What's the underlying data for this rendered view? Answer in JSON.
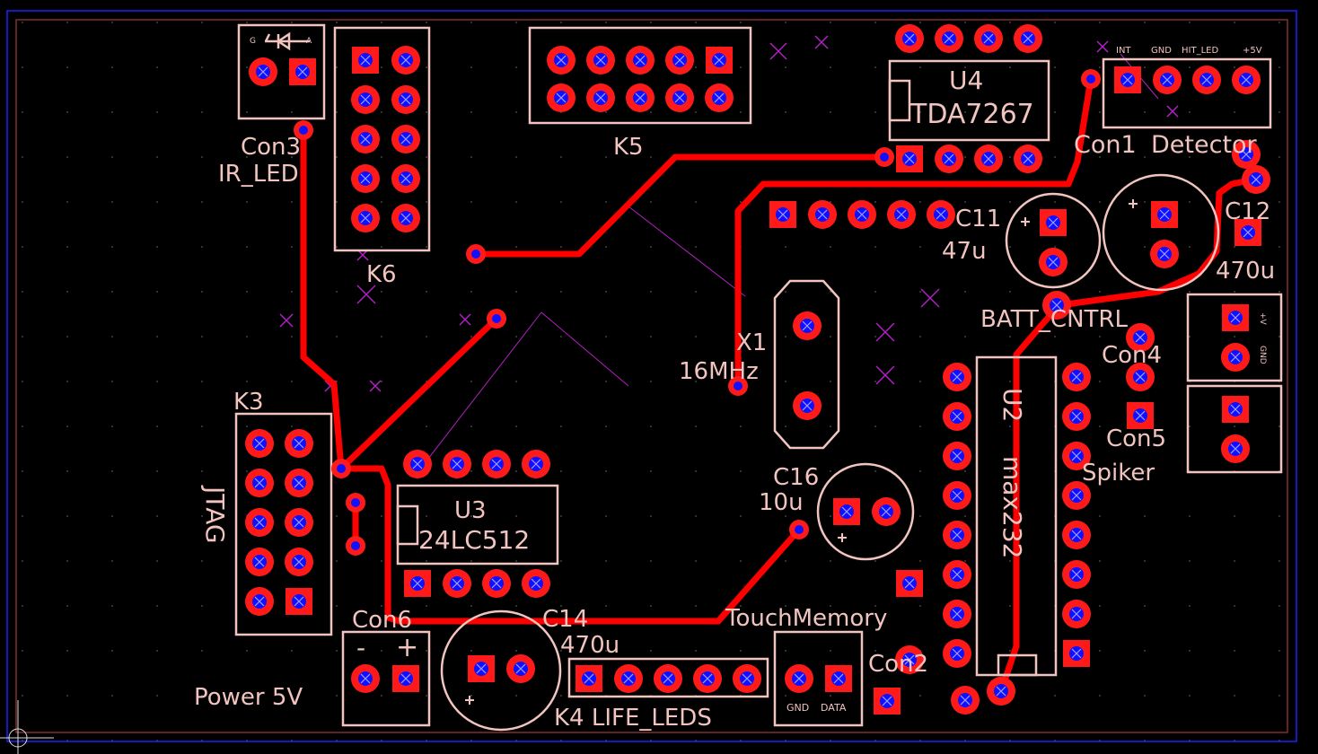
{
  "colors": {
    "background": "#000000",
    "copper": "#ff0000",
    "pad": "#ff1a1a",
    "drill": "#1010ff",
    "silkscreen": "#f2c4bf",
    "airwire": "#b020c0",
    "outline": "#2020ff"
  },
  "labels": {
    "con3": "Con3",
    "ir_led": "IR_LED",
    "k6": "K6",
    "k5": "K5",
    "u4": "U4",
    "tda7267": "TDA7267",
    "con1": "Con1",
    "detector": "Detector",
    "int": "INT",
    "gnd": "GND",
    "hit_led": "HIT_LED",
    "plus5v": "+5V",
    "c11": "C11",
    "c11_val": "47u",
    "c12": "C12",
    "c12_val": "470u",
    "batt_cntrl": "BATT_CNTRL",
    "con4": "Con4",
    "plusv": "+V",
    "con4_gnd": "GND",
    "con5": "Con5",
    "spiker": "Spiker",
    "x1": "X1",
    "x1_val": "16MHz",
    "k3": "K3",
    "jtag": "JTAG",
    "u3": "U3",
    "u3_val": "24LC512",
    "c16": "C16",
    "c16_val": "10u",
    "u2": "U2",
    "u2_val": "max232",
    "con6": "Con6",
    "minus": "-",
    "plus": "+",
    "power": "Power 5V",
    "c14": "C14",
    "c14_val": "470u",
    "k4": "K4 LIFE_LEDS",
    "touch": "TouchMemory",
    "con2": "Con2",
    "tm_gnd": "GND",
    "tm_data": "DATA",
    "g": "G",
    "a": "A"
  }
}
